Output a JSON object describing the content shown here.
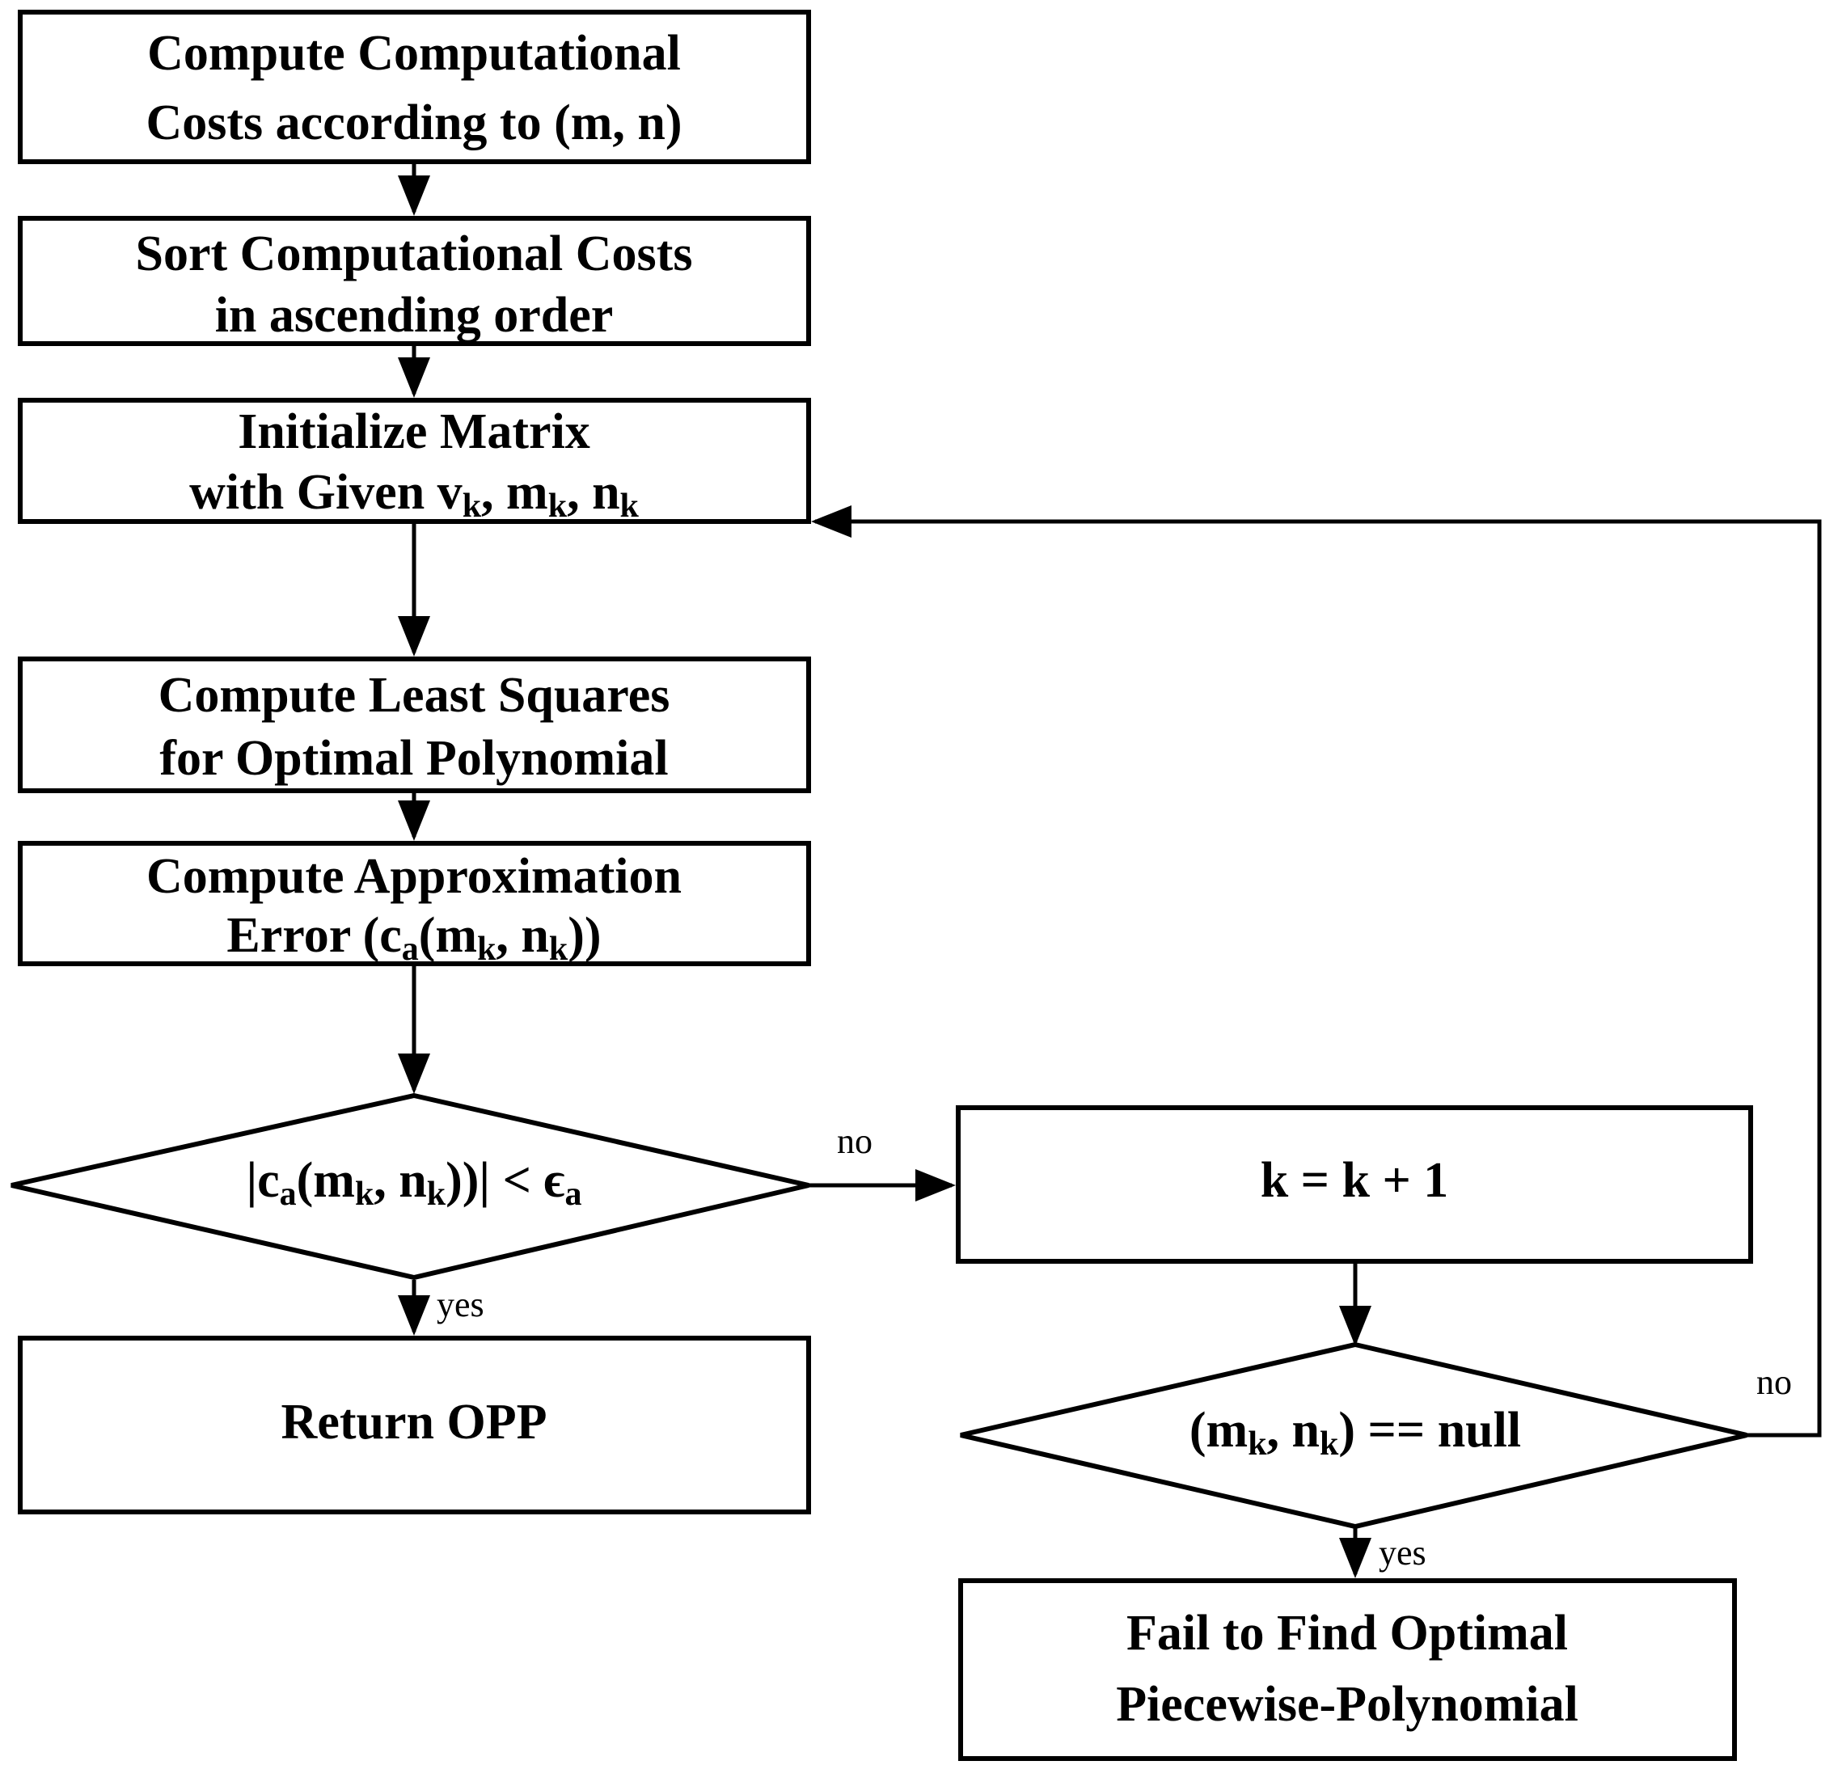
{
  "diagram": {
    "title": "Optimal Piecewise-Polynomial Search Flowchart",
    "type": "flowchart",
    "colors": {
      "stroke": "#000000",
      "fill": "#ffffff",
      "text": "#000000"
    },
    "nodes": [
      {
        "id": "compute-costs",
        "shape": "process",
        "line1": "Compute Computational",
        "line2": "Costs according to (m, n)"
      },
      {
        "id": "sort-costs",
        "shape": "process",
        "line1": "Sort Computational Costs",
        "line2": "in ascending order"
      },
      {
        "id": "init-matrix",
        "shape": "process",
        "line1": "Initialize Matrix",
        "line2_pre": "with Given v",
        "line2_sub1": "k",
        "line2_mid1": ", m",
        "line2_sub2": "k",
        "line2_mid2": ", n",
        "line2_sub3": "k",
        "line2_plain": "with Given vₖ, mₖ, nₖ"
      },
      {
        "id": "least-squares",
        "shape": "process",
        "line1": "Compute Least Squares",
        "line2": "for Optimal Polynomial"
      },
      {
        "id": "approx-error",
        "shape": "process",
        "line1": "Compute Approximation",
        "line2_plain": "Error (cₐ(mₖ, nₖ))"
      },
      {
        "id": "error-check",
        "shape": "decision",
        "text_plain": "|cₐ(mₖ, nₖ))| < ϵₐ"
      },
      {
        "id": "return-opp",
        "shape": "process",
        "line1": "Return OPP"
      },
      {
        "id": "increment-k",
        "shape": "process",
        "line1": "k = k + 1"
      },
      {
        "id": "null-check",
        "shape": "decision",
        "text_plain": "(mₖ, nₖ) == null"
      },
      {
        "id": "fail-message",
        "shape": "process",
        "line1": "Fail to Find Optimal",
        "line2": "Piecewise-Polynomial"
      }
    ],
    "edges": [
      {
        "id": "e1",
        "from": "compute-costs",
        "to": "sort-costs",
        "label": ""
      },
      {
        "id": "e2",
        "from": "sort-costs",
        "to": "init-matrix",
        "label": ""
      },
      {
        "id": "e3",
        "from": "init-matrix",
        "to": "least-squares",
        "label": ""
      },
      {
        "id": "e4",
        "from": "least-squares",
        "to": "approx-error",
        "label": ""
      },
      {
        "id": "e5",
        "from": "approx-error",
        "to": "error-check",
        "label": ""
      },
      {
        "id": "e6",
        "from": "error-check",
        "to": "return-opp",
        "label": "yes"
      },
      {
        "id": "e7",
        "from": "error-check",
        "to": "increment-k",
        "label": "no"
      },
      {
        "id": "e8",
        "from": "increment-k",
        "to": "null-check",
        "label": ""
      },
      {
        "id": "e9",
        "from": "null-check",
        "to": "fail-message",
        "label": "yes"
      },
      {
        "id": "e10",
        "from": "null-check",
        "to": "init-matrix",
        "label": "no"
      }
    ],
    "edge_labels": {
      "yes_error_check": "yes",
      "no_error_check": "no",
      "yes_null_check": "yes",
      "no_null_check": "no"
    }
  }
}
